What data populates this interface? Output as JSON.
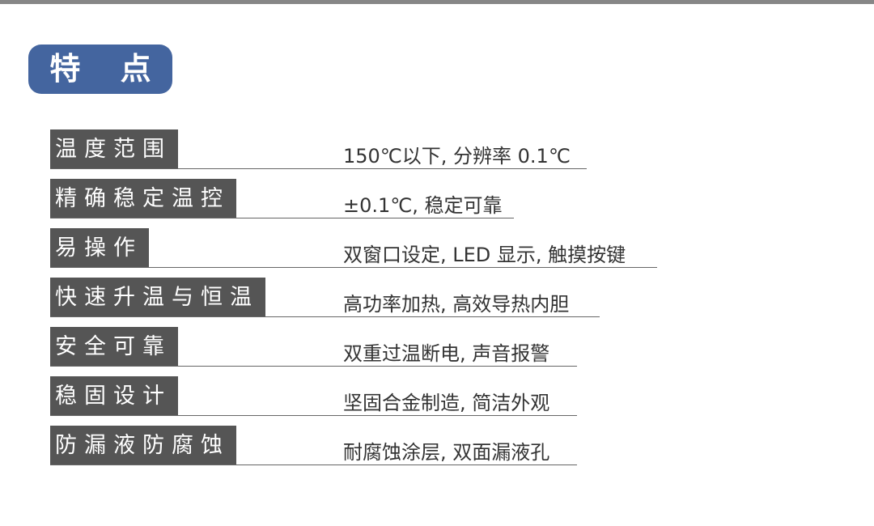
{
  "section": {
    "title": "特 点"
  },
  "features": [
    {
      "label": "温度范围",
      "value": "150℃以下, 分辨率 0.1℃"
    },
    {
      "label": "精确稳定温控",
      "value": "±0.1℃, 稳定可靠"
    },
    {
      "label": "易操作",
      "value": "双窗口设定, LED 显示, 触摸按键"
    },
    {
      "label": "快速升温与恒温",
      "value": "高功率加热, 高效导热内胆"
    },
    {
      "label": "安全可靠",
      "value": "双重过温断电, 声音报警"
    },
    {
      "label": "稳固设计",
      "value": "坚固合金制造, 简洁外观"
    },
    {
      "label": "防漏液防腐蚀",
      "value": "耐腐蚀涂层, 双面漏液孔"
    }
  ],
  "colors": {
    "top_bar": "#878787",
    "badge": "#44659f",
    "label_bg": "#555555",
    "text": "#333333"
  }
}
